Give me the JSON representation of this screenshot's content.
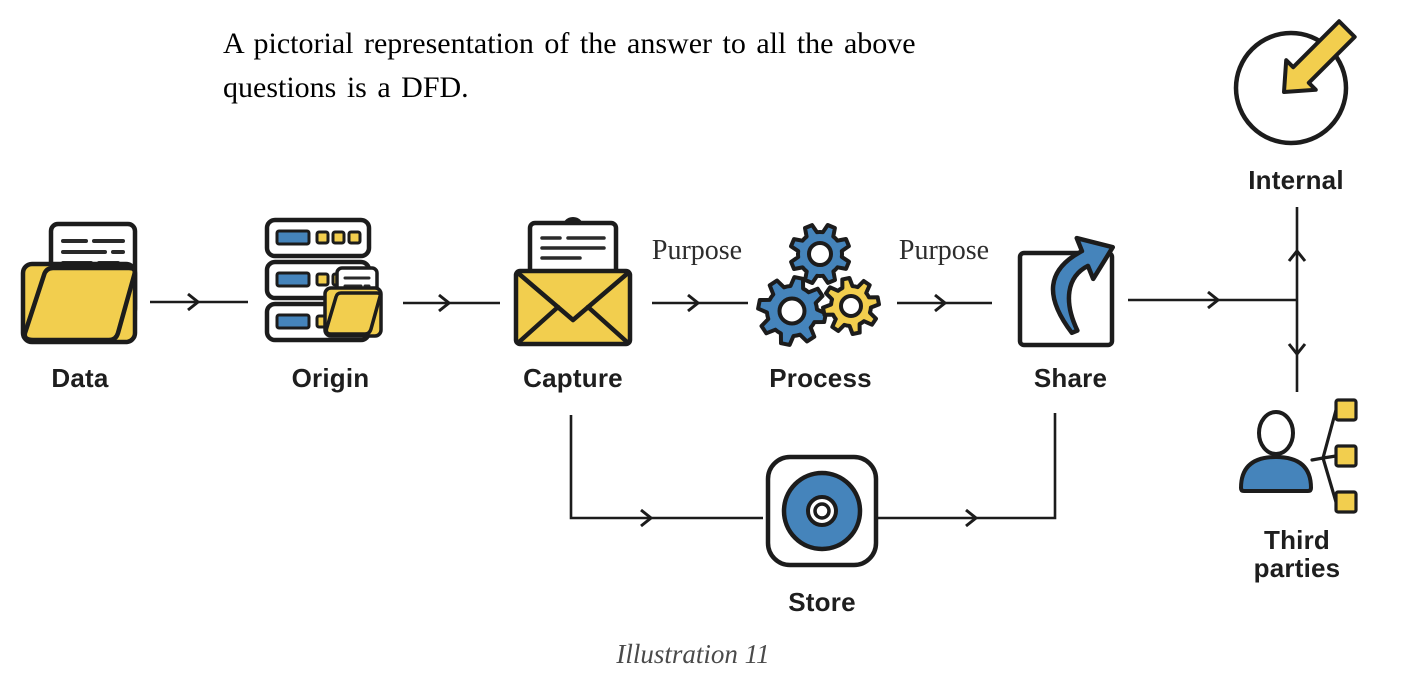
{
  "intro": {
    "line1": "A pictorial representation of the answer to all the above",
    "line2": "questions is a DFD."
  },
  "nodes": {
    "data": {
      "label": "Data",
      "icon": "folder-document"
    },
    "origin": {
      "label": "Origin",
      "icon": "server-stack-folder"
    },
    "capture": {
      "label": "Capture",
      "icon": "open-envelope-letter"
    },
    "process": {
      "label": "Process",
      "icon": "gears"
    },
    "share": {
      "label": "Share",
      "icon": "box-curved-arrow-out"
    },
    "store": {
      "label": "Store",
      "icon": "disc-drive"
    },
    "internal": {
      "label": "Internal",
      "icon": "circle-incoming-arrow"
    },
    "third_parties": {
      "label": "Third parties",
      "icon": "person-network-squares"
    }
  },
  "edges": {
    "capture_to_process": {
      "label": "Purpose"
    },
    "process_to_share": {
      "label": "Purpose"
    }
  },
  "caption": "Illustration 11",
  "colors": {
    "yellow": "#F2CE4E",
    "blue": "#4584BB",
    "line": "#1C1C1C"
  }
}
